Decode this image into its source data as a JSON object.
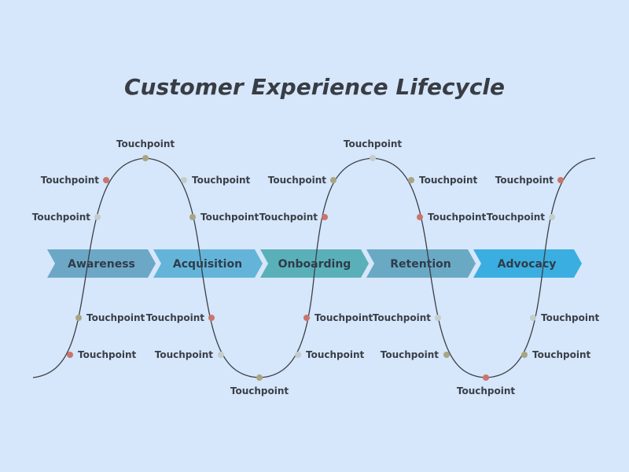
{
  "title": "Customer Experience Lifecycle",
  "stages": [
    {
      "label": "Awareness",
      "color": "#6da7c6"
    },
    {
      "label": "Acquisition",
      "color": "#64b4da"
    },
    {
      "label": "Onboarding",
      "color": "#5ab0b8"
    },
    {
      "label": "Retention",
      "color": "#6aa9c4"
    },
    {
      "label": "Advocacy",
      "color": "#3aaee0"
    }
  ],
  "touchpoint_label": "Touchpoint",
  "line_color": "#3b3f45",
  "touchpoint_colors": [
    "#a9a583",
    "#c9756c",
    "#c4cdc9"
  ]
}
